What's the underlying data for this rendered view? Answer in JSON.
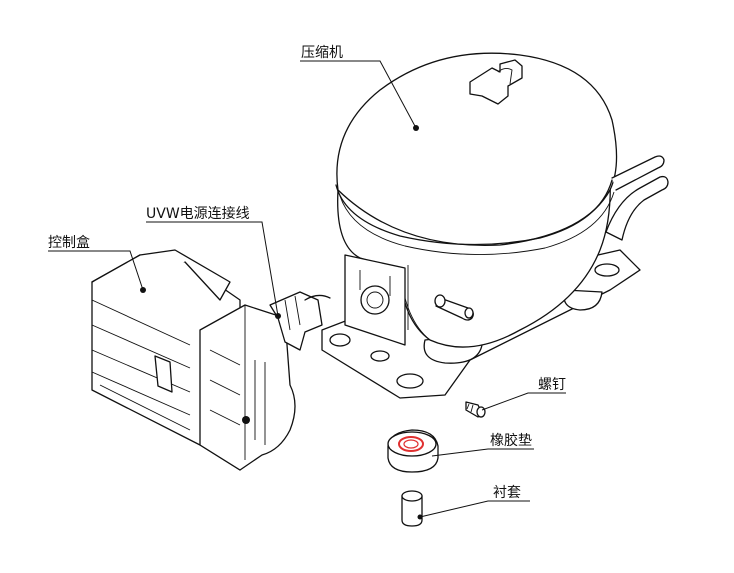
{
  "labels": {
    "compressor": "压缩机",
    "uvw_cable": "UVW电源连接线",
    "control_box": "控制盒",
    "screw": "螺钉",
    "rubber_pad": "橡胶垫",
    "sleeve": "衬套"
  },
  "colors": {
    "line": "#111111",
    "rubber_ring": "#e03030",
    "background": "#ffffff"
  }
}
